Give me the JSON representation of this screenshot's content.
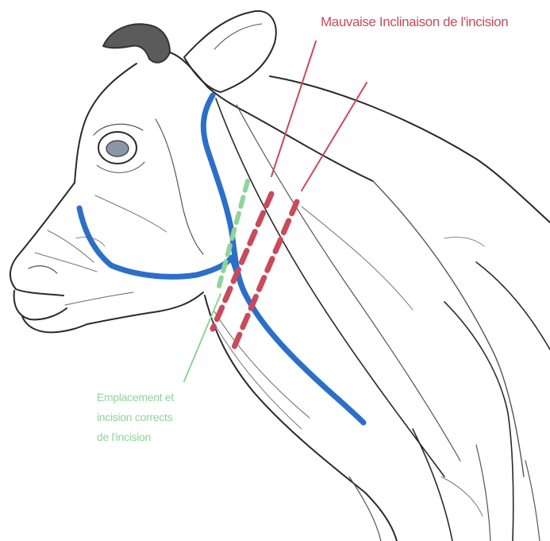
{
  "colors": {
    "outline": "#2a2a2a",
    "vein": "#2b6fc9",
    "incorrect": "#c94a5a",
    "correct": "#8fd49a"
  },
  "icons": [
    "cow-head-illustration"
  ],
  "labels": {
    "incorrect_incision": "Mauvaise Inclinaison de l'incision",
    "correct_incision_lines": [
      "Emplacement et",
      "incision corrects",
      "de l'incision"
    ]
  }
}
